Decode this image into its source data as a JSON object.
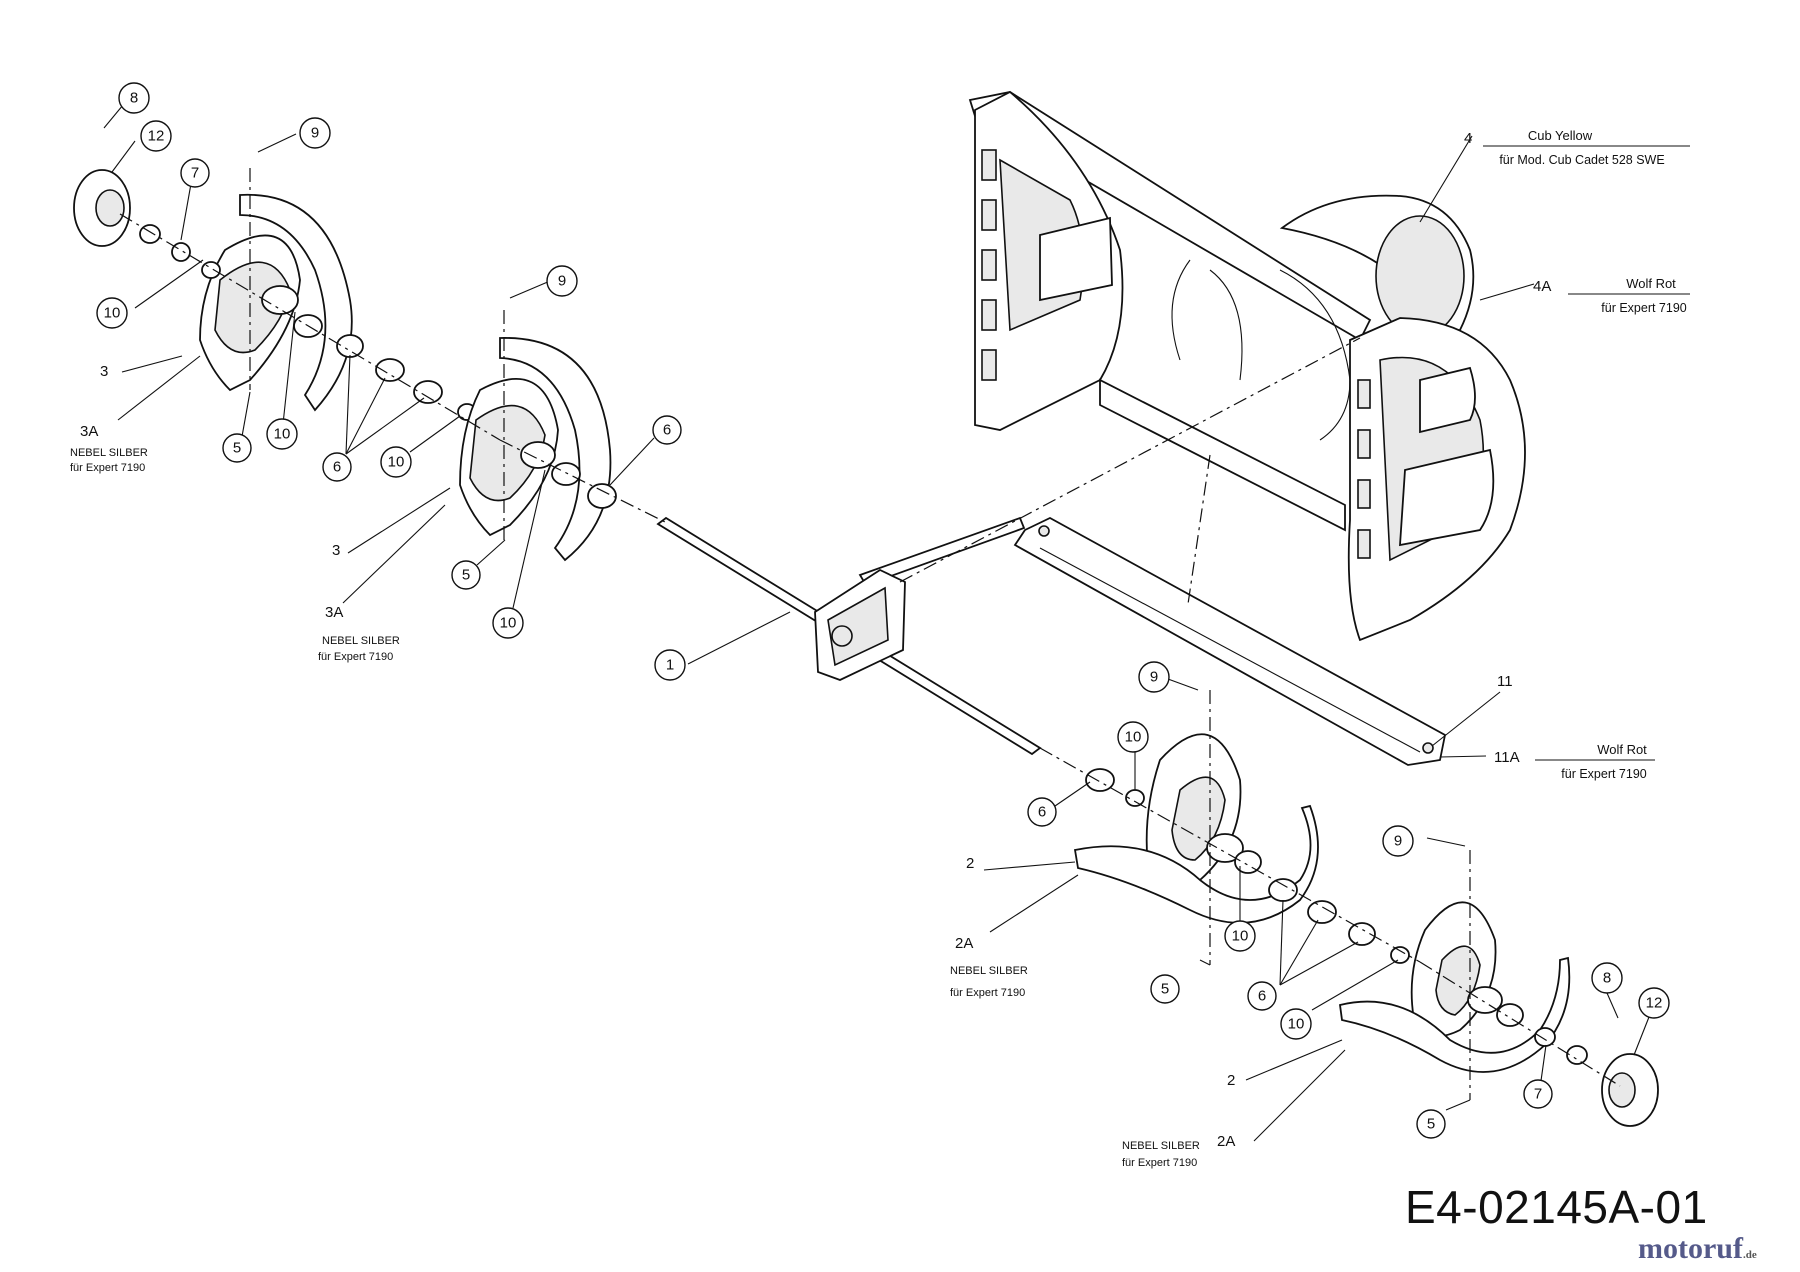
{
  "drawing_number": "E4-02145A-01",
  "watermark": {
    "text": "motoruf",
    "suffix": ".de"
  },
  "callouts": {
    "c8a": "8",
    "c12a": "12",
    "c7a": "7",
    "c10a": "10",
    "c9a": "9",
    "c9b": "9",
    "c5a": "5",
    "c10b": "10",
    "c6a": "6",
    "c10c": "10",
    "c6b": "6",
    "c5b": "5",
    "c10d": "10",
    "c1": "1",
    "c9c": "9",
    "c10e": "10",
    "c6c": "6",
    "c10f": "10",
    "c9d": "9",
    "c5c": "5",
    "c6d": "6",
    "c10g": "10",
    "c8b": "8",
    "c12b": "12",
    "c7b": "7",
    "c5d": "5"
  },
  "plain_labels": {
    "p3a": "3",
    "p3A_a": "3A",
    "p3b": "3",
    "p3A_b": "3A",
    "p2a": "2",
    "p2A_a": "2A",
    "p2b": "2",
    "p2A_b": "2A",
    "p4": "4",
    "p4A": "4A",
    "p11": "11",
    "p11A": "11A"
  },
  "notes": {
    "n1_line1": "NEBEL SILBER",
    "n1_line2": "für Expert 7190",
    "n2_line1": "NEBEL SILBER",
    "n2_line2": "für Expert 7190",
    "n3_line1": "NEBEL SILBER",
    "n3_line2": "für Expert 7190",
    "n4_line1": "NEBEL SILBER",
    "n4_line2": "für Expert 7190"
  },
  "variants": {
    "v4": {
      "title": "Cub Yellow",
      "sub": "für  Mod. Cub Cadet 528 SWE"
    },
    "v4A": {
      "title": "Wolf Rot",
      "sub": "für Expert 7190"
    },
    "v11A": {
      "title": "Wolf Rot",
      "sub": "für Expert 7190"
    }
  }
}
